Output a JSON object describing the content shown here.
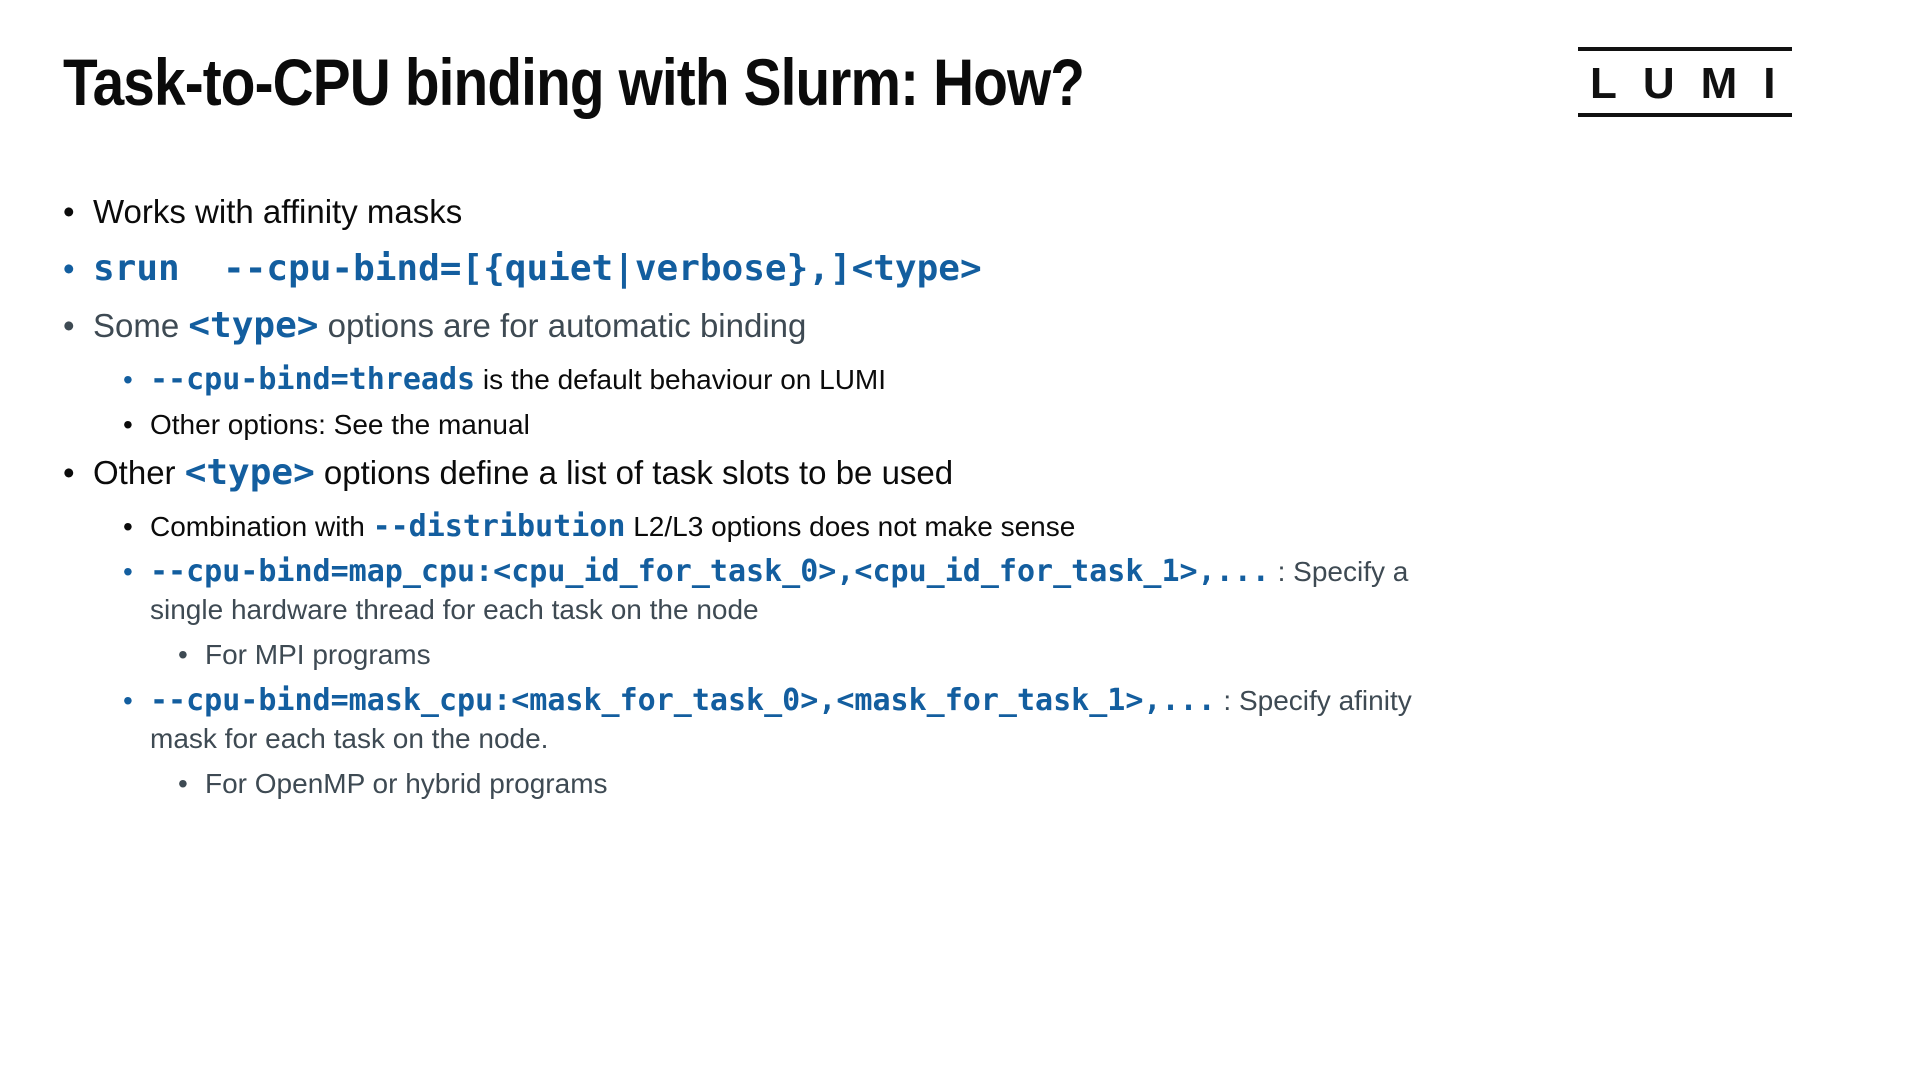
{
  "colors": {
    "accent-blue": "#135e9f",
    "text-black": "#0b0b0b",
    "text-slate": "#3e4a53",
    "bg": "#ffffff"
  },
  "glyph": {
    "bullet": "•"
  },
  "header": {
    "title": "Task-to-CPU binding with Slurm: How?",
    "logo_text": "LUMI"
  },
  "bullets": [
    {
      "level": 1,
      "segments": [
        {
          "style": "black",
          "text": "Works with affinity masks"
        }
      ]
    },
    {
      "level": 1,
      "segments": [
        {
          "style": "code",
          "text": "srun  --cpu-bind=[{quiet|verbose},]<type>"
        }
      ]
    },
    {
      "level": 1,
      "segments": [
        {
          "style": "slate",
          "text": "Some "
        },
        {
          "style": "code",
          "text": "<type>"
        },
        {
          "style": "slate",
          "text": " options are for automatic binding"
        }
      ]
    },
    {
      "level": 2,
      "segments": [
        {
          "style": "code",
          "text": "--cpu-bind=threads"
        },
        {
          "style": "black",
          "text": " is the default behaviour on LUMI"
        }
      ]
    },
    {
      "level": 2,
      "segments": [
        {
          "style": "black",
          "text": "Other options: See the manual"
        }
      ]
    },
    {
      "level": 1,
      "segments": [
        {
          "style": "black",
          "text": "Other "
        },
        {
          "style": "code",
          "text": "<type>"
        },
        {
          "style": "black",
          "text": " options define a list of task slots to be used"
        }
      ]
    },
    {
      "level": 2,
      "segments": [
        {
          "style": "black",
          "text": "Combination with "
        },
        {
          "style": "code",
          "text": "--distribution"
        },
        {
          "style": "black",
          "text": " L2/L3 options does not make sense"
        }
      ]
    },
    {
      "level": 2,
      "segments": [
        {
          "style": "code",
          "text": "--cpu-bind=map_cpu:<cpu_id_for_task_0>,<cpu_id_for_task_1>,..."
        },
        {
          "style": "slate",
          "text": " : Specify a"
        }
      ],
      "line2": "single hardware thread for each task on the node"
    },
    {
      "level": 3,
      "segments": [
        {
          "style": "slate",
          "text": "For MPI programs"
        }
      ]
    },
    {
      "level": 2,
      "segments": [
        {
          "style": "code",
          "text": "--cpu-bind=mask_cpu:<mask_for_task_0>,<mask_for_task_1>,..."
        },
        {
          "style": "slate",
          "text": " : Specify afinity"
        }
      ],
      "line2": "mask for each task on the node."
    },
    {
      "level": 3,
      "segments": [
        {
          "style": "slate",
          "text": "For OpenMP or hybrid programs"
        }
      ]
    }
  ]
}
